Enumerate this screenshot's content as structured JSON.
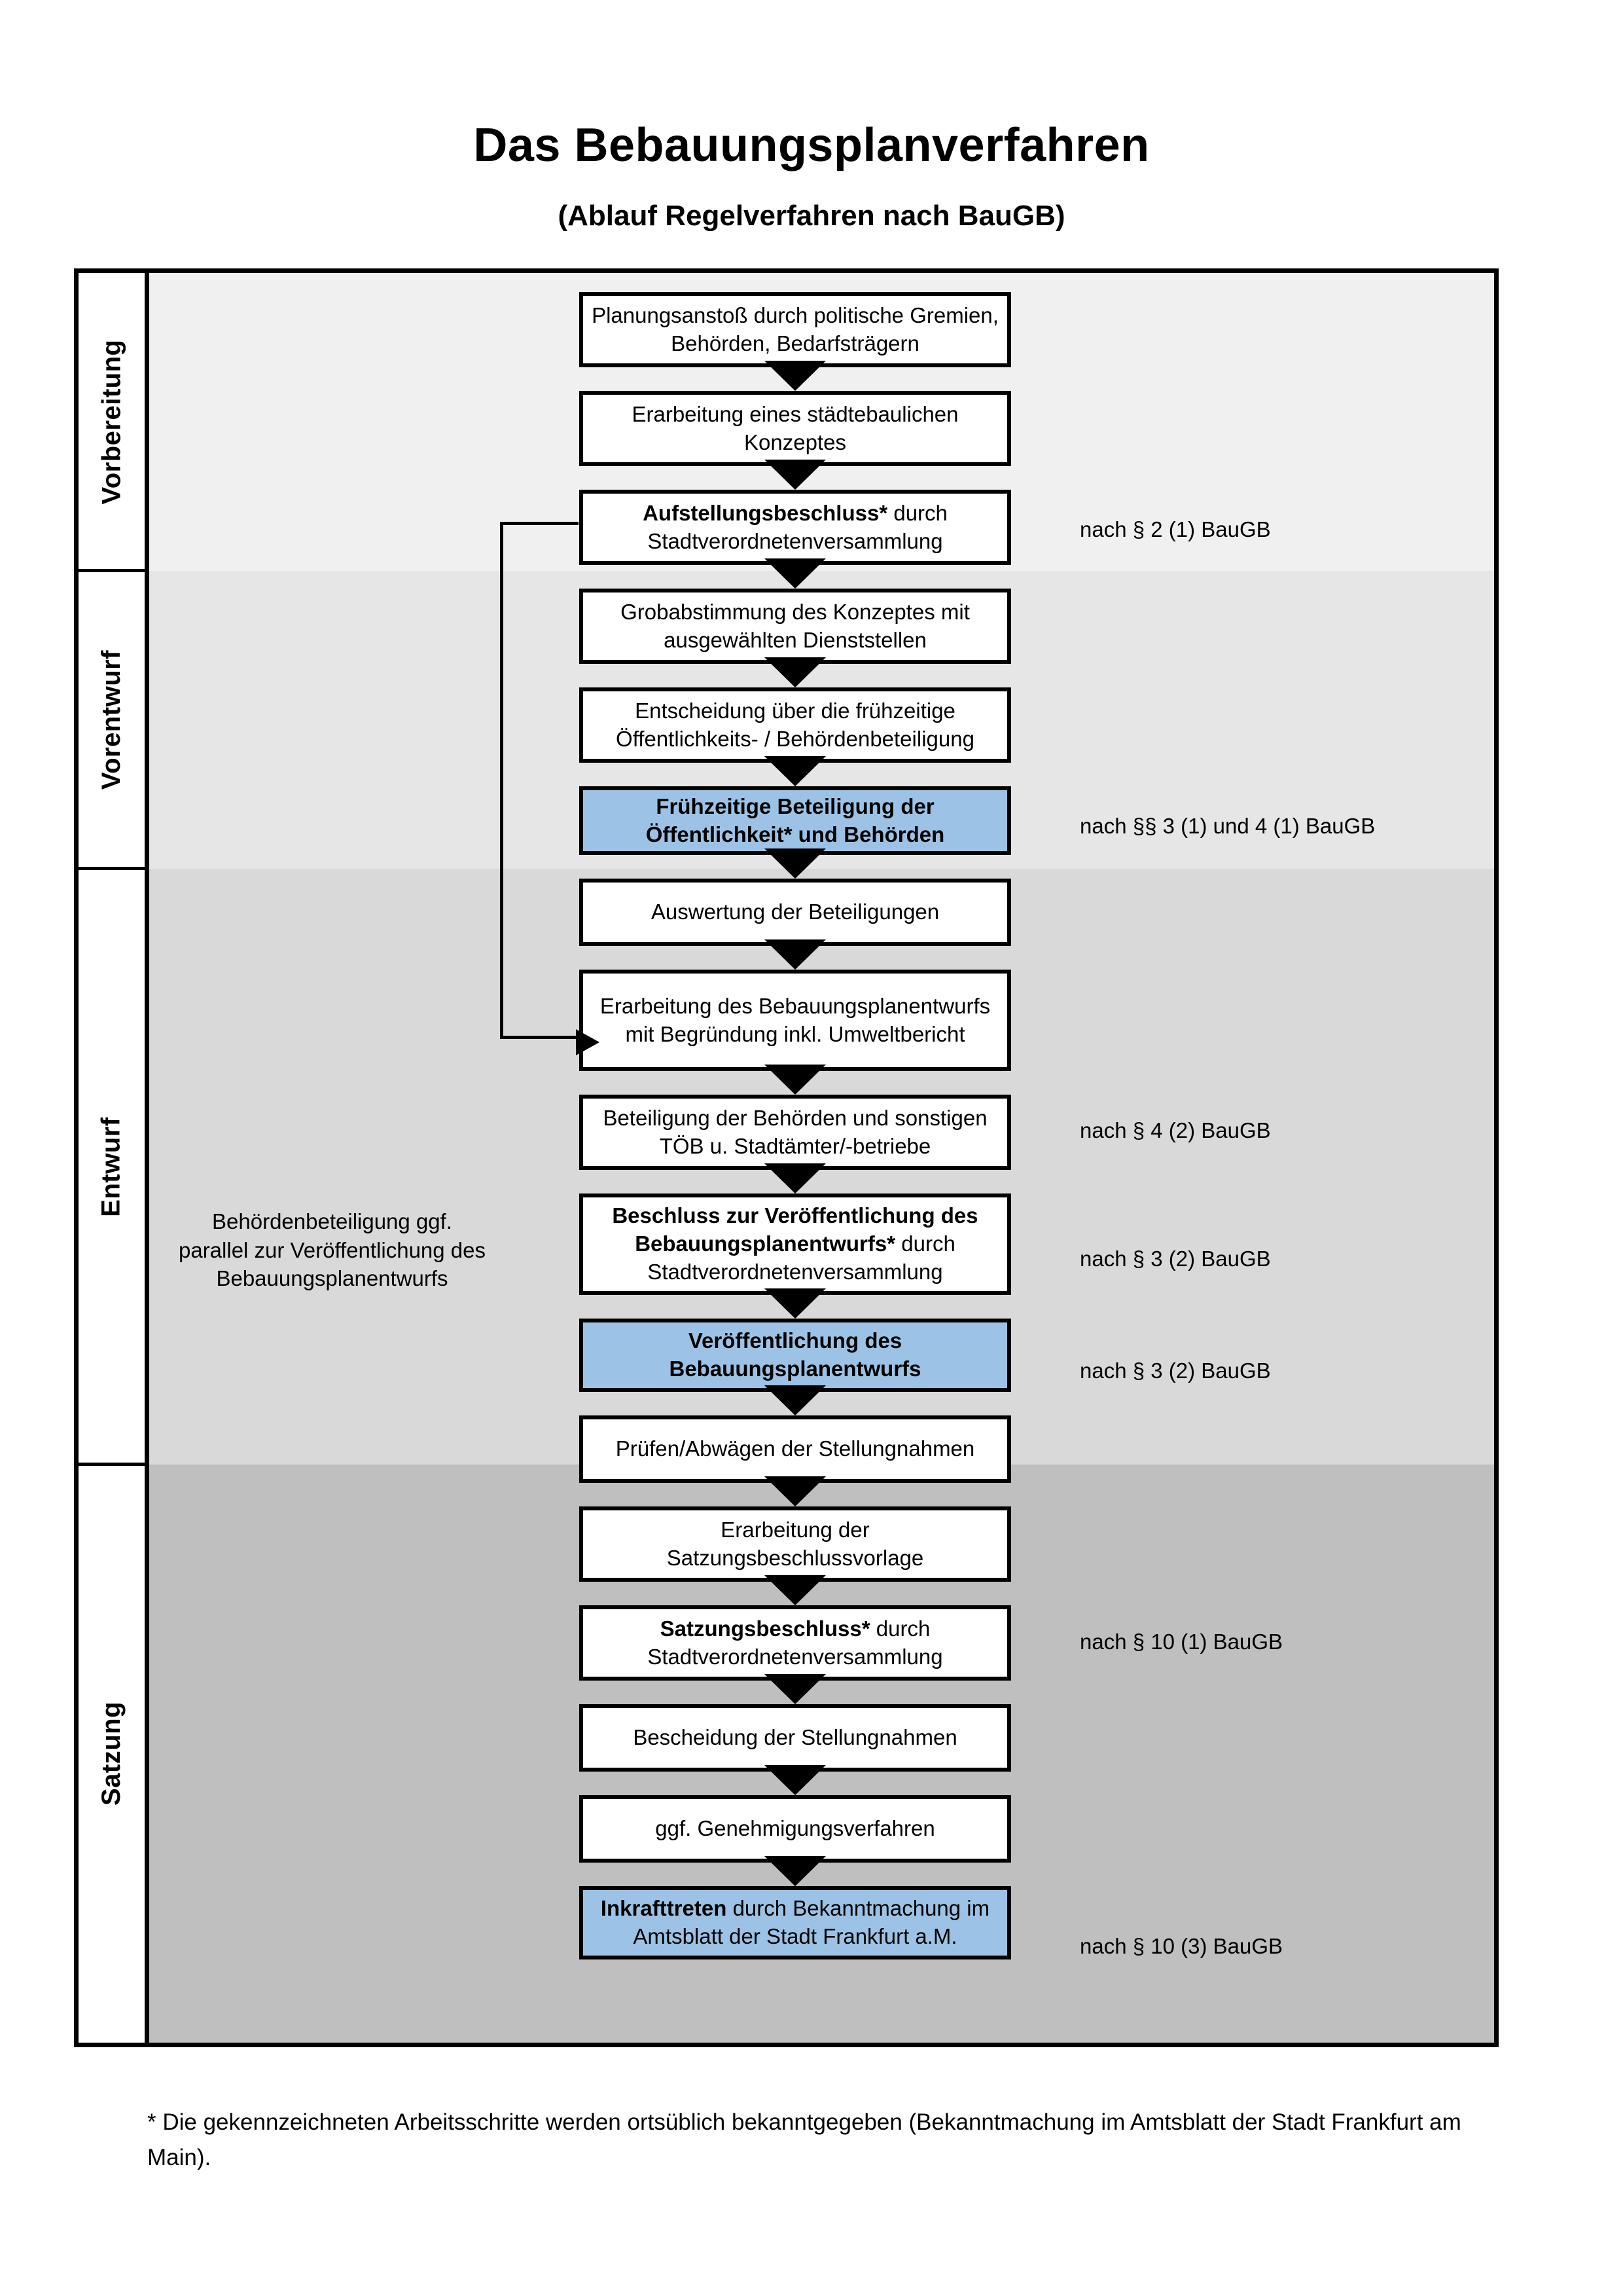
{
  "document": {
    "title": "Das Bebauungsplanverfahren",
    "subtitle": "(Ablauf Regelverfahren nach BauGB)",
    "footnote": "* Die gekennzeichneten Arbeitsschritte werden ortsüblich bekanntgegeben (Bekanntmachung im Amtsblatt  der Stadt Frankfurt am Main)."
  },
  "colors": {
    "highlight_box": "#9CC3E5",
    "band_vorbereitung": "#F0F0F0",
    "band_vorentwurf": "#E6E6E6",
    "band_entwurf": "#D9D9D9",
    "band_satzung": "#BFBFBF",
    "outline": "#000000"
  },
  "phases": [
    {
      "label": "Vorbereitung"
    },
    {
      "label": "Vorentwurf"
    },
    {
      "label": "Entwurf"
    },
    {
      "label": "Satzung"
    }
  ],
  "steps": [
    {
      "id": "planungsanstoss",
      "phase": "Vorbereitung",
      "bold": "",
      "rest": "Planungsanstoß durch politische Gremien, Behörden, Bedarfsträgern",
      "highlight": false
    },
    {
      "id": "staedtebau-konzept",
      "phase": "Vorbereitung",
      "bold": "",
      "rest": "Erarbeitung eines städtebaulichen Konzeptes",
      "highlight": false
    },
    {
      "id": "aufstellungsbeschluss",
      "phase": "Vorbereitung",
      "bold": "Aufstellungsbeschluss*",
      "rest": " durch Stadtverordnetenversammlung",
      "highlight": false
    },
    {
      "id": "grobabstimmung",
      "phase": "Vorentwurf",
      "bold": "",
      "rest": "Grobabstimmung des Konzeptes mit ausgewählten Dienststellen",
      "highlight": false
    },
    {
      "id": "entscheidung-fruehzeitig",
      "phase": "Vorentwurf",
      "bold": "",
      "rest": "Entscheidung über die frühzeitige Öffentlichkeits- / Behördenbeteiligung",
      "highlight": false
    },
    {
      "id": "fruehzeitige-beteiligung",
      "phase": "Vorentwurf",
      "bold": "Frühzeitige Beteiligung der Öffentlichkeit* und Behörden",
      "rest": "",
      "highlight": true
    },
    {
      "id": "auswertung",
      "phase": "Entwurf",
      "bold": "",
      "rest": "Auswertung der Beteiligungen",
      "highlight": false
    },
    {
      "id": "erarbeitung-entwurf",
      "phase": "Entwurf",
      "bold": "",
      "rest": "Erarbeitung des Bebauungsplanentwurfs mit Begründung inkl. Umweltbericht",
      "highlight": false
    },
    {
      "id": "behoerdenbeteiligung",
      "phase": "Entwurf",
      "bold": "",
      "rest": "Beteiligung der Behörden und sonstigen TÖB u. Stadtämter/-betriebe",
      "highlight": false
    },
    {
      "id": "beschluss-veroeffentlichung",
      "phase": "Entwurf",
      "bold": "Beschluss zur Veröffentlichung des Bebauungsplanentwurfs*",
      "rest": " durch Stadtverordnetenversammlung",
      "highlight": false
    },
    {
      "id": "veroeffentlichung",
      "phase": "Entwurf",
      "bold": "Veröffentlichung des Bebauungsplanentwurfs",
      "rest": "",
      "highlight": true
    },
    {
      "id": "pruefen-abwaegen",
      "phase": "Satzung",
      "bold": "",
      "rest": "Prüfen/Abwägen der Stellungnahmen",
      "highlight": false
    },
    {
      "id": "satzungsvorlage",
      "phase": "Satzung",
      "bold": "",
      "rest": "Erarbeitung der Satzungsbeschlussvorlage",
      "highlight": false
    },
    {
      "id": "satzungsbeschluss",
      "phase": "Satzung",
      "bold": "Satzungsbeschluss*",
      "rest": " durch Stadtverordnetenversammlung",
      "highlight": false
    },
    {
      "id": "bescheidung",
      "phase": "Satzung",
      "bold": "",
      "rest": "Bescheidung der Stellungnahmen",
      "highlight": false
    },
    {
      "id": "genehmigungsverfahren",
      "phase": "Satzung",
      "bold": "",
      "rest": "ggf. Genehmigungsverfahren",
      "highlight": false
    },
    {
      "id": "inkrafttreten",
      "phase": "Satzung",
      "bold": "Inkrafttreten",
      "rest": " durch Bekanntmachung im Amtsblatt der Stadt Frankfurt a.M.",
      "highlight": true
    }
  ],
  "legal_refs": [
    {
      "id": "ref-par2-1",
      "text": "nach § 2 (1) BauGB"
    },
    {
      "id": "ref-par3-1-4-1",
      "text": "nach §§ 3 (1) und 4 (1) BauGB"
    },
    {
      "id": "ref-par4-2",
      "text": "nach § 4 (2) BauGB"
    },
    {
      "id": "ref-par3-2-a",
      "text": "nach § 3 (2) BauGB"
    },
    {
      "id": "ref-par3-2-b",
      "text": "nach § 3 (2) BauGB"
    },
    {
      "id": "ref-par10-1",
      "text": "nach § 10 (1) BauGB"
    },
    {
      "id": "ref-par10-3",
      "text": "nach § 10 (3) BauGB"
    }
  ],
  "side_note": {
    "text": "Behördenbeteiligung ggf. parallel zur Veröffentlichung des Bebauungsplanentwurfs"
  }
}
